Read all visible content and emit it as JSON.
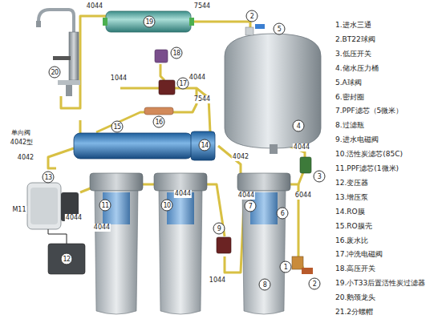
{
  "diagram": {
    "labels": [
      "4044",
      "7544",
      "19",
      "2",
      "5",
      "20",
      "18",
      "1044",
      "17",
      "4044",
      "7544",
      "16",
      "15",
      "14",
      "4",
      "单向阀",
      "4042型",
      "4042",
      "4042",
      "4044",
      "3",
      "6044",
      "13",
      "M11",
      "4044",
      "11",
      "4044",
      "10",
      "4044",
      "4044",
      "7",
      "6",
      "9",
      "12",
      "1044",
      "8",
      "1",
      "2",
      "1.进水三通",
      "2.BT22球阀",
      "3.低压开关",
      "4.储水压力桶",
      "5.A球阀",
      "6.密封圈",
      "7.PPF滤芯（5微米）",
      "8.过滤瓶",
      "9.进水电磁阀",
      "10.活性炭滤芯(85C)",
      "11.PPF滤芯(1微米)",
      "12.变压器",
      "13.增压泵",
      "14.RO膜",
      "15.RO膜壳",
      "16.废水比",
      "17.冲洗电磁阀",
      "18.高压开关",
      "19.小T33后置活性炭过滤器",
      "20.鹅颈龙头",
      "21.2分螺帽"
    ]
  }
}
